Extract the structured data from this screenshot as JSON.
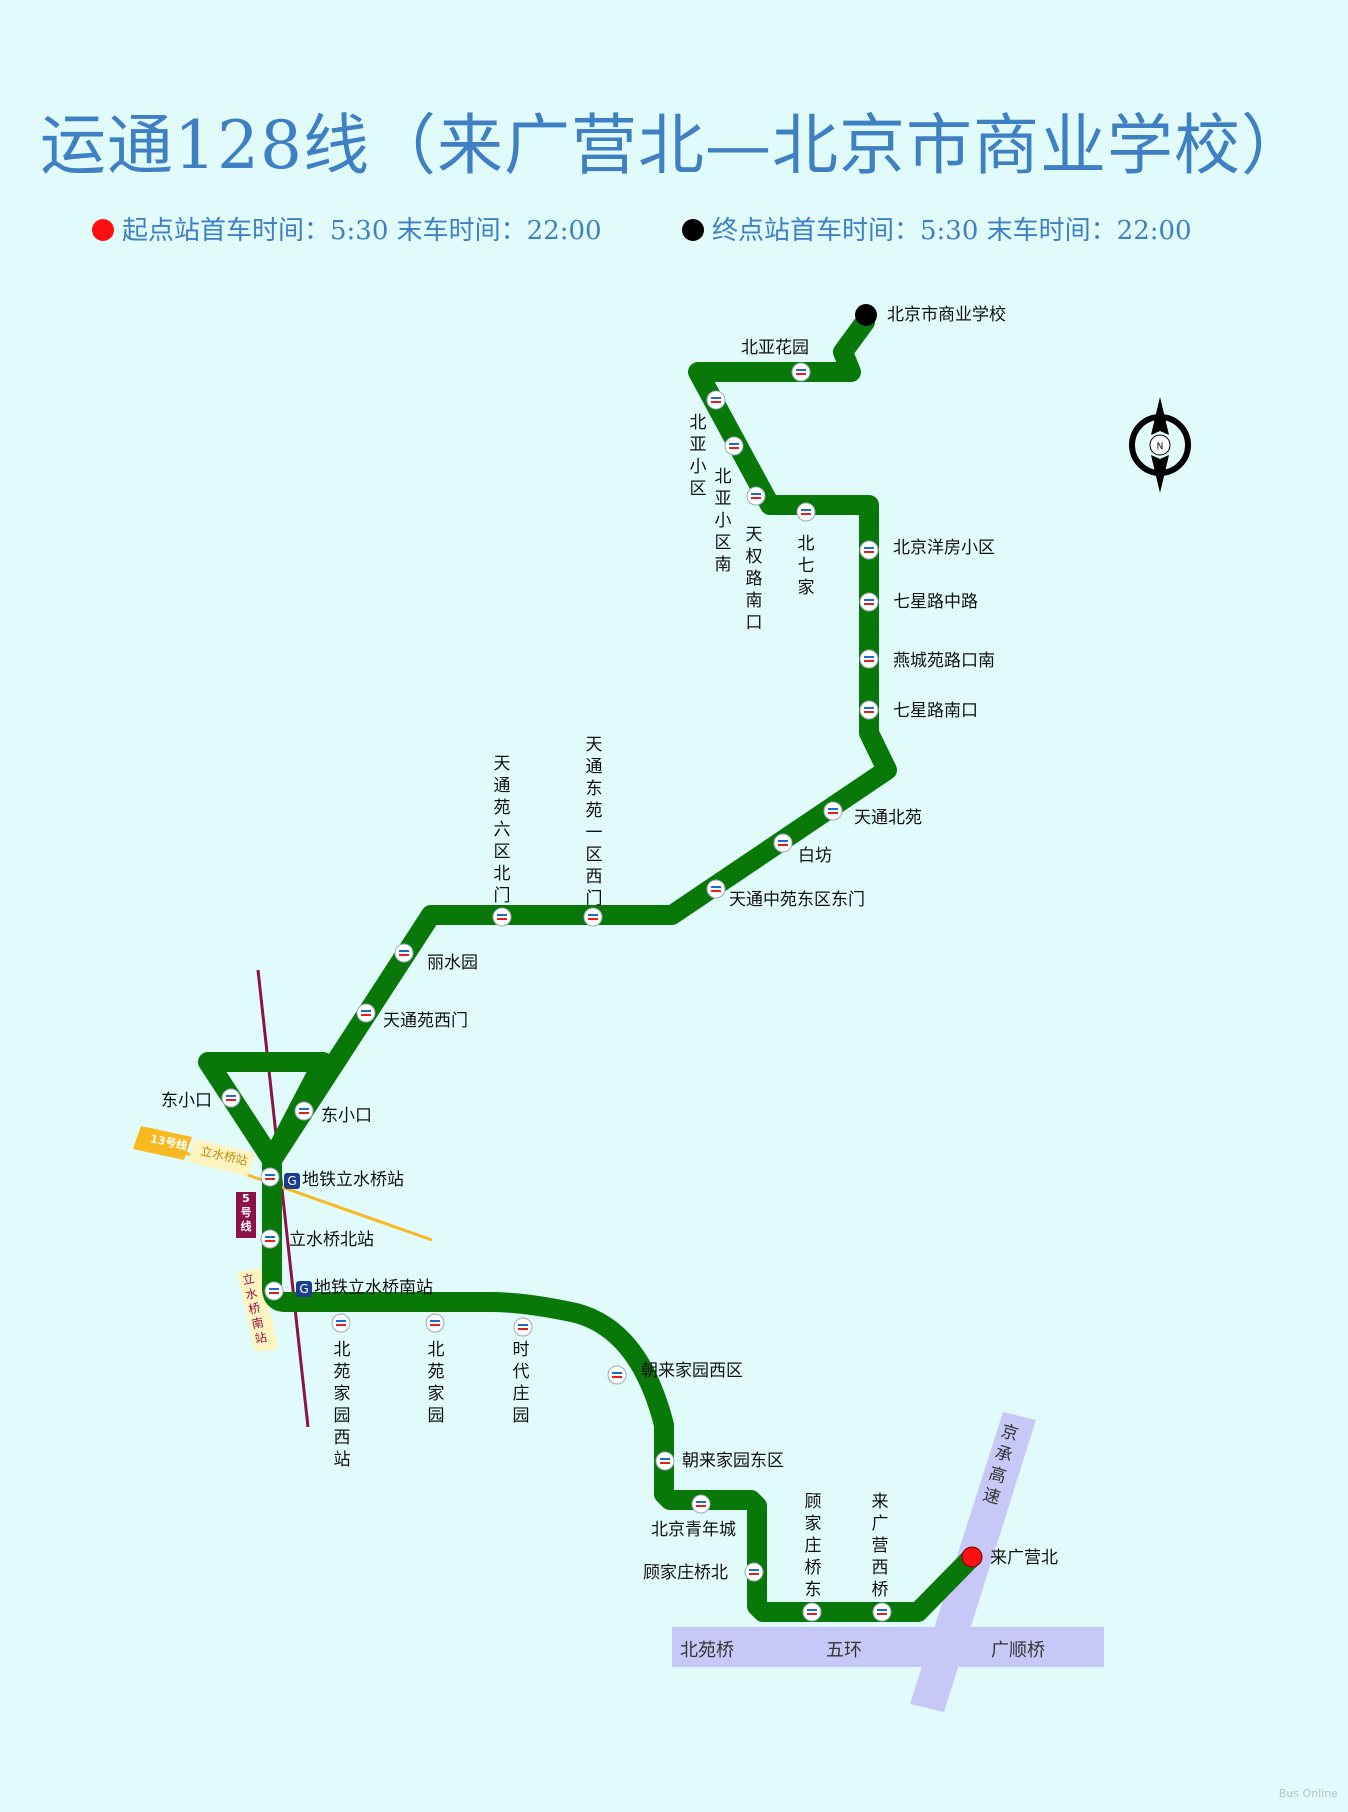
{
  "title": "运通128线（来广营北—北京市商业学校）",
  "legend": {
    "start": {
      "color": "#ff1010",
      "text": "起点站首车时间：5:30 末车时间：22:00"
    },
    "end": {
      "color": "#000000",
      "text": "终点站首车时间：5:30 末车时间：22:00"
    }
  },
  "colors": {
    "route": "#087808",
    "background": "#e1fbfb",
    "road": "#c8c8f8",
    "title": "#3f7fc3",
    "line13": "#f8b820",
    "line5": "#8c1248"
  },
  "compass": "north-arrow-icon",
  "stations": {
    "terminal": "北京市商业学校",
    "beiya_huayuan": "北亚花园",
    "beiya_xiaoqu": "北亚小区",
    "beiya_xiaoqu_nan": "北亚小区南",
    "tianquanlu_nankou": "天权路南口",
    "beiqijia": "北七家",
    "beijing_yangfang": "北京洋房小区",
    "qixinglu_zhonglu": "七星路中路",
    "yanchengyuan_lukou_nan": "燕城苑路口南",
    "qixinglu_nankou": "七星路南口",
    "tiantong_beiyuan": "天通北苑",
    "baifang": "白坊",
    "tiantong_zhongyuan_dongqu_dongmen": "天通中苑东区东门",
    "tiantong_dongyuan_yiqu_ximen": "天通东苑一区西门",
    "tiantongyuan_liuqu_beimen": "天通苑六区北门",
    "lishuiyuan": "丽水园",
    "tiantongyuan_ximen": "天通苑西门",
    "dongxiaokou_w": "东小口",
    "dongxiaokou_e": "东小口",
    "ditie_lishuiqiao": "地铁立水桥站",
    "lishuiqiao_bei": "立水桥北站",
    "ditie_lishuiqiao_nan": "地铁立水桥南站",
    "beiyuan_jiayuan_xi": "北苑家园西站",
    "beiyuan_jiayuan": "北苑家园",
    "shidai_zhuangyuan": "时代庄园",
    "chaolai_jiayuan_xiqu": "朝来家园西区",
    "chaolai_jiayuan_dongqu": "朝来家园东区",
    "beijing_qingniancheng": "北京青年城",
    "gujiazhuang_qiaobei": "顾家庄桥北",
    "gujiazhuang_qiaodong": "顾家庄桥东",
    "laiguangying_xiqiao": "来广营西桥",
    "start": "来广营北"
  },
  "roads": {
    "jingcheng": "京承高速",
    "beiyuanqiao": "北苑桥",
    "wuhuan": "五环",
    "guangshunqiao": "广顺桥"
  },
  "subway": {
    "line13": "13号线",
    "line13_station": "立水桥站",
    "line5": "5号线",
    "line5_station": "立水桥南站",
    "subway_icon": "subway-logo-icon"
  },
  "watermark": "Bus Online"
}
